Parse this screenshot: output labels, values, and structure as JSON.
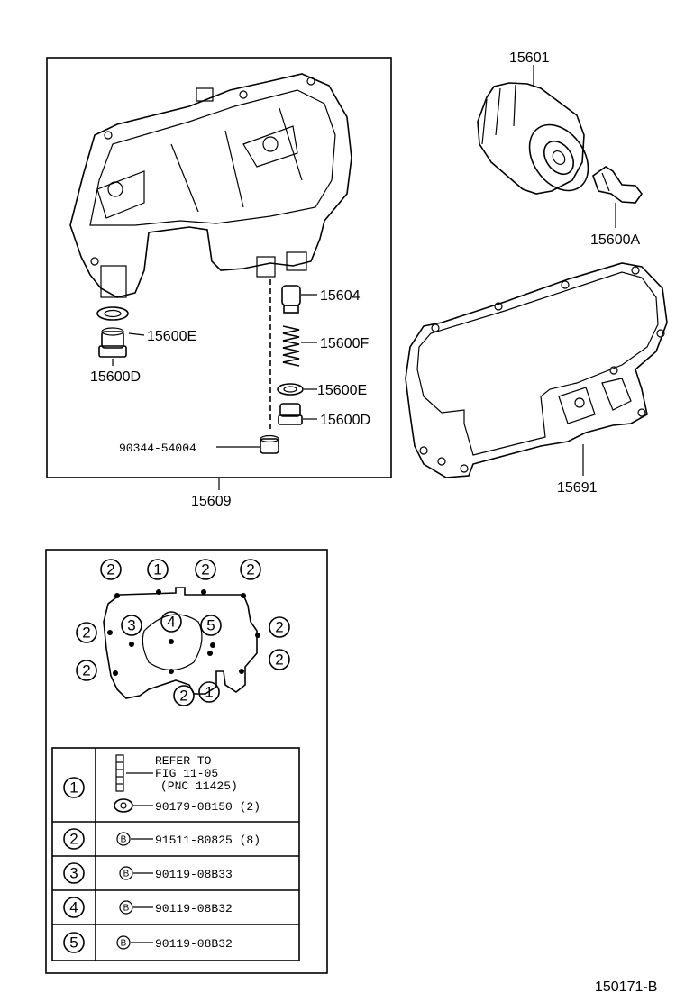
{
  "callouts": {
    "oil_filter_element": "15601",
    "filter_union": "15600A",
    "relief_valve": "15604",
    "relief_spring": "15600F",
    "gasket_e_upper": "15600E",
    "plug_d_left": "15600D",
    "gasket_e_right": "15600E",
    "plug_d_right": "15600D",
    "retainer": "90344-54004",
    "housing_assembly": "15609",
    "housing_gasket": "15691"
  },
  "bolt_markers": [
    "2",
    "1",
    "2",
    "2",
    "2",
    "3",
    "4",
    "5",
    "2",
    "2",
    "2",
    "2",
    "1"
  ],
  "table": {
    "rows": [
      {
        "id": "1",
        "lines": [
          "REFER TO",
          "FIG 11-05",
          "(PNC 11425)"
        ],
        "part": "90179-08150 (2)"
      },
      {
        "id": "2",
        "marker": "B",
        "part": "91511-80825 (8)"
      },
      {
        "id": "3",
        "marker": "B",
        "part": "90119-08B33"
      },
      {
        "id": "4",
        "marker": "B",
        "part": "90119-08B32"
      },
      {
        "id": "5",
        "marker": "B",
        "part": "90119-08B32"
      }
    ]
  },
  "figure_id": "150171-B"
}
